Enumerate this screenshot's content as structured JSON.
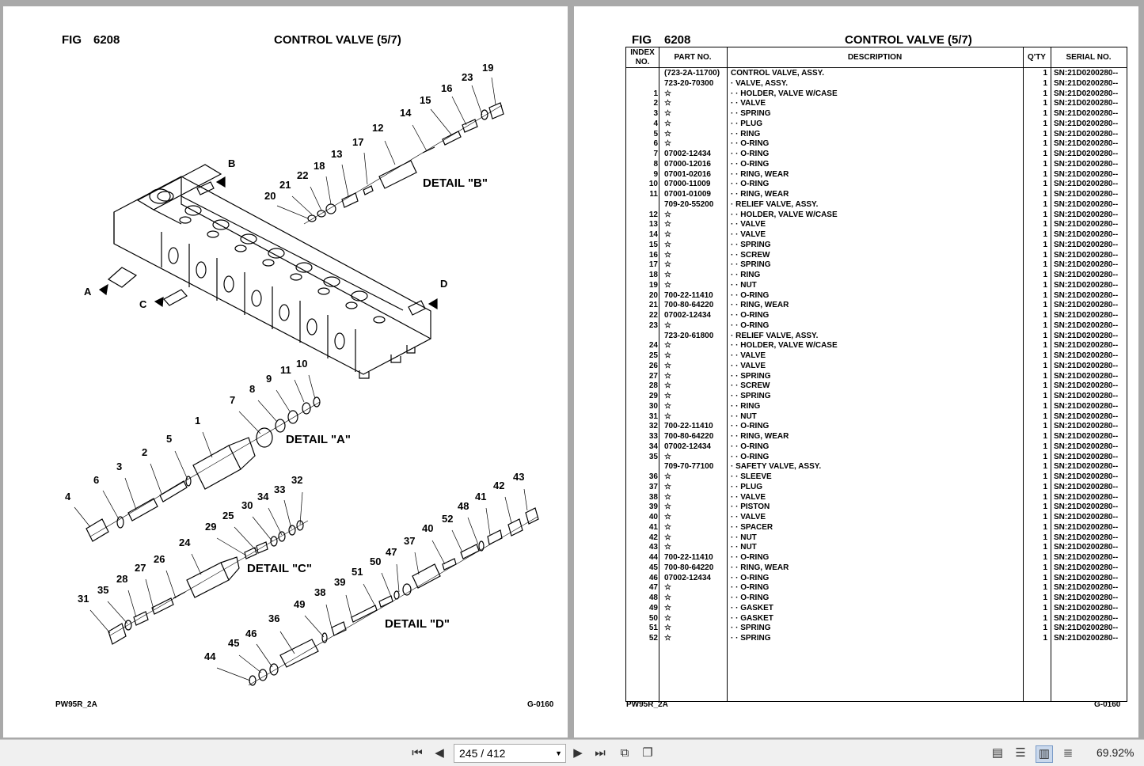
{
  "left_page": {
    "fig_label": "FIG",
    "fig_number": "6208",
    "title": "CONTROL VALVE (5/7)",
    "footer_left": "PW95R_2A",
    "footer_right": "G-0160",
    "detail_labels": [
      "DETAIL \"B\"",
      "DETAIL \"A\"",
      "DETAIL \"C\"",
      "DETAIL \"D\""
    ],
    "port_labels": [
      "A",
      "B",
      "C",
      "D"
    ],
    "callouts": [
      "19",
      "23",
      "16",
      "15",
      "14",
      "12",
      "17",
      "13",
      "18",
      "22",
      "21",
      "20",
      "7",
      "8",
      "9",
      "11",
      "10",
      "1",
      "5",
      "2",
      "3",
      "6",
      "4",
      "32",
      "33",
      "34",
      "30",
      "25",
      "29",
      "24",
      "26",
      "27",
      "28",
      "35",
      "31",
      "43",
      "42",
      "41",
      "48",
      "52",
      "40",
      "37",
      "47",
      "50",
      "51",
      "39",
      "38",
      "49",
      "36",
      "46",
      "45",
      "44"
    ]
  },
  "right_page": {
    "fig_label": "FIG",
    "fig_number": "6208",
    "title": "CONTROL VALVE (5/7)",
    "footer_left": "PW95R_2A",
    "footer_right": "G-0160",
    "columns": {
      "index_1": "INDEX",
      "index_2": "NO.",
      "part": "PART NO.",
      "desc": "DESCRIPTION",
      "qty": "Q'TY",
      "serial": "SERIAL NO."
    },
    "rows": [
      {
        "idx": "",
        "part": "(723-2A-11700)",
        "desc": "CONTROL VALVE, ASSY.",
        "qty": "1",
        "sn": "SN:21D0200280--"
      },
      {
        "idx": "",
        "part": "723-20-70300",
        "desc": "· VALVE, ASSY.",
        "qty": "1",
        "sn": "SN:21D0200280--"
      },
      {
        "idx": "1",
        "part": "☆",
        "desc": "· · HOLDER, VALVE W/CASE",
        "qty": "1",
        "sn": "SN:21D0200280--"
      },
      {
        "idx": "2",
        "part": "☆",
        "desc": "· · VALVE",
        "qty": "1",
        "sn": "SN:21D0200280--"
      },
      {
        "idx": "3",
        "part": "☆",
        "desc": "· · SPRING",
        "qty": "1",
        "sn": "SN:21D0200280--"
      },
      {
        "idx": "4",
        "part": "☆",
        "desc": "· · PLUG",
        "qty": "1",
        "sn": "SN:21D0200280--"
      },
      {
        "idx": "5",
        "part": "☆",
        "desc": "· · RING",
        "qty": "1",
        "sn": "SN:21D0200280--"
      },
      {
        "idx": "6",
        "part": "☆",
        "desc": "· · O-RING",
        "qty": "1",
        "sn": "SN:21D0200280--"
      },
      {
        "idx": "7",
        "part": "07002-12434",
        "desc": "· · O-RING",
        "qty": "1",
        "sn": "SN:21D0200280--"
      },
      {
        "idx": "8",
        "part": "07000-12016",
        "desc": "· · O-RING",
        "qty": "1",
        "sn": "SN:21D0200280--"
      },
      {
        "idx": "9",
        "part": "07001-02016",
        "desc": "· · RING, WEAR",
        "qty": "1",
        "sn": "SN:21D0200280--"
      },
      {
        "idx": "10",
        "part": "07000-11009",
        "desc": "· · O-RING",
        "qty": "1",
        "sn": "SN:21D0200280--"
      },
      {
        "idx": "11",
        "part": "07001-01009",
        "desc": "· · RING, WEAR",
        "qty": "1",
        "sn": "SN:21D0200280--"
      },
      {
        "idx": "",
        "part": "709-20-55200",
        "desc": "· RELIEF VALVE, ASSY.",
        "qty": "1",
        "sn": "SN:21D0200280--"
      },
      {
        "idx": "12",
        "part": "☆",
        "desc": "· · HOLDER, VALVE W/CASE",
        "qty": "1",
        "sn": "SN:21D0200280--"
      },
      {
        "idx": "13",
        "part": "☆",
        "desc": "· · VALVE",
        "qty": "1",
        "sn": "SN:21D0200280--"
      },
      {
        "idx": "14",
        "part": "☆",
        "desc": "· · VALVE",
        "qty": "1",
        "sn": "SN:21D0200280--"
      },
      {
        "idx": "15",
        "part": "☆",
        "desc": "· · SPRING",
        "qty": "1",
        "sn": "SN:21D0200280--"
      },
      {
        "idx": "16",
        "part": "☆",
        "desc": "· · SCREW",
        "qty": "1",
        "sn": "SN:21D0200280--"
      },
      {
        "idx": "17",
        "part": "☆",
        "desc": "· · SPRING",
        "qty": "1",
        "sn": "SN:21D0200280--"
      },
      {
        "idx": "18",
        "part": "☆",
        "desc": "· · RING",
        "qty": "1",
        "sn": "SN:21D0200280--"
      },
      {
        "idx": "19",
        "part": "☆",
        "desc": "· · NUT",
        "qty": "1",
        "sn": "SN:21D0200280--"
      },
      {
        "idx": "20",
        "part": "700-22-11410",
        "desc": "· · O-RING",
        "qty": "1",
        "sn": "SN:21D0200280--"
      },
      {
        "idx": "21",
        "part": "700-80-64220",
        "desc": "· · RING, WEAR",
        "qty": "1",
        "sn": "SN:21D0200280--"
      },
      {
        "idx": "22",
        "part": "07002-12434",
        "desc": "· · O-RING",
        "qty": "1",
        "sn": "SN:21D0200280--"
      },
      {
        "idx": "23",
        "part": "☆",
        "desc": "· · O-RING",
        "qty": "1",
        "sn": "SN:21D0200280--"
      },
      {
        "idx": "",
        "part": "723-20-61800",
        "desc": "· RELIEF VALVE, ASSY.",
        "qty": "1",
        "sn": "SN:21D0200280--"
      },
      {
        "idx": "24",
        "part": "☆",
        "desc": "· · HOLDER, VALVE W/CASE",
        "qty": "1",
        "sn": "SN:21D0200280--"
      },
      {
        "idx": "25",
        "part": "☆",
        "desc": "· · VALVE",
        "qty": "1",
        "sn": "SN:21D0200280--"
      },
      {
        "idx": "26",
        "part": "☆",
        "desc": "· · VALVE",
        "qty": "1",
        "sn": "SN:21D0200280--"
      },
      {
        "idx": "27",
        "part": "☆",
        "desc": "· · SPRING",
        "qty": "1",
        "sn": "SN:21D0200280--"
      },
      {
        "idx": "28",
        "part": "☆",
        "desc": "· · SCREW",
        "qty": "1",
        "sn": "SN:21D0200280--"
      },
      {
        "idx": "29",
        "part": "☆",
        "desc": "· · SPRING",
        "qty": "1",
        "sn": "SN:21D0200280--"
      },
      {
        "idx": "30",
        "part": "☆",
        "desc": "· · RING",
        "qty": "1",
        "sn": "SN:21D0200280--"
      },
      {
        "idx": "31",
        "part": "☆",
        "desc": "· · NUT",
        "qty": "1",
        "sn": "SN:21D0200280--"
      },
      {
        "idx": "32",
        "part": "700-22-11410",
        "desc": "· · O-RING",
        "qty": "1",
        "sn": "SN:21D0200280--"
      },
      {
        "idx": "33",
        "part": "700-80-64220",
        "desc": "· · RING, WEAR",
        "qty": "1",
        "sn": "SN:21D0200280--"
      },
      {
        "idx": "34",
        "part": "07002-12434",
        "desc": "· · O-RING",
        "qty": "1",
        "sn": "SN:21D0200280--"
      },
      {
        "idx": "35",
        "part": "☆",
        "desc": "· · O-RING",
        "qty": "1",
        "sn": "SN:21D0200280--"
      },
      {
        "idx": "",
        "part": "709-70-77100",
        "desc": "· SAFETY VALVE, ASSY.",
        "qty": "1",
        "sn": "SN:21D0200280--"
      },
      {
        "idx": "36",
        "part": "☆",
        "desc": "· · SLEEVE",
        "qty": "1",
        "sn": "SN:21D0200280--"
      },
      {
        "idx": "37",
        "part": "☆",
        "desc": "· · PLUG",
        "qty": "1",
        "sn": "SN:21D0200280--"
      },
      {
        "idx": "38",
        "part": "☆",
        "desc": "· · VALVE",
        "qty": "1",
        "sn": "SN:21D0200280--"
      },
      {
        "idx": "39",
        "part": "☆",
        "desc": "· · PISTON",
        "qty": "1",
        "sn": "SN:21D0200280--"
      },
      {
        "idx": "40",
        "part": "☆",
        "desc": "· · VALVE",
        "qty": "1",
        "sn": "SN:21D0200280--"
      },
      {
        "idx": "41",
        "part": "☆",
        "desc": "· · SPACER",
        "qty": "1",
        "sn": "SN:21D0200280--"
      },
      {
        "idx": "42",
        "part": "☆",
        "desc": "· · NUT",
        "qty": "1",
        "sn": "SN:21D0200280--"
      },
      {
        "idx": "43",
        "part": "☆",
        "desc": "· · NUT",
        "qty": "1",
        "sn": "SN:21D0200280--"
      },
      {
        "idx": "44",
        "part": "700-22-11410",
        "desc": "· · O-RING",
        "qty": "1",
        "sn": "SN:21D0200280--"
      },
      {
        "idx": "45",
        "part": "700-80-64220",
        "desc": "· · RING, WEAR",
        "qty": "1",
        "sn": "SN:21D0200280--"
      },
      {
        "idx": "46",
        "part": "07002-12434",
        "desc": "· · O-RING",
        "qty": "1",
        "sn": "SN:21D0200280--"
      },
      {
        "idx": "47",
        "part": "☆",
        "desc": "· · O-RING",
        "qty": "1",
        "sn": "SN:21D0200280--"
      },
      {
        "idx": "48",
        "part": "☆",
        "desc": "· · O-RING",
        "qty": "1",
        "sn": "SN:21D0200280--"
      },
      {
        "idx": "49",
        "part": "☆",
        "desc": "· · GASKET",
        "qty": "1",
        "sn": "SN:21D0200280--"
      },
      {
        "idx": "50",
        "part": "☆",
        "desc": "· · GASKET",
        "qty": "1",
        "sn": "SN:21D0200280--"
      },
      {
        "idx": "51",
        "part": "☆",
        "desc": "· · SPRING",
        "qty": "1",
        "sn": "SN:21D0200280--"
      },
      {
        "idx": "52",
        "part": "☆",
        "desc": "· · SPRING",
        "qty": "1",
        "sn": "SN:21D0200280--"
      }
    ]
  },
  "toolbar": {
    "page_indicator": "245 / 412",
    "zoom": "69.92%",
    "icons": [
      "first-page-icon",
      "prev-page-icon",
      "next-page-icon",
      "last-page-icon",
      "rotate-icon",
      "copy-icon",
      "single-page-icon",
      "continuous-icon",
      "two-page-icon",
      "two-page-continuous-icon"
    ]
  }
}
